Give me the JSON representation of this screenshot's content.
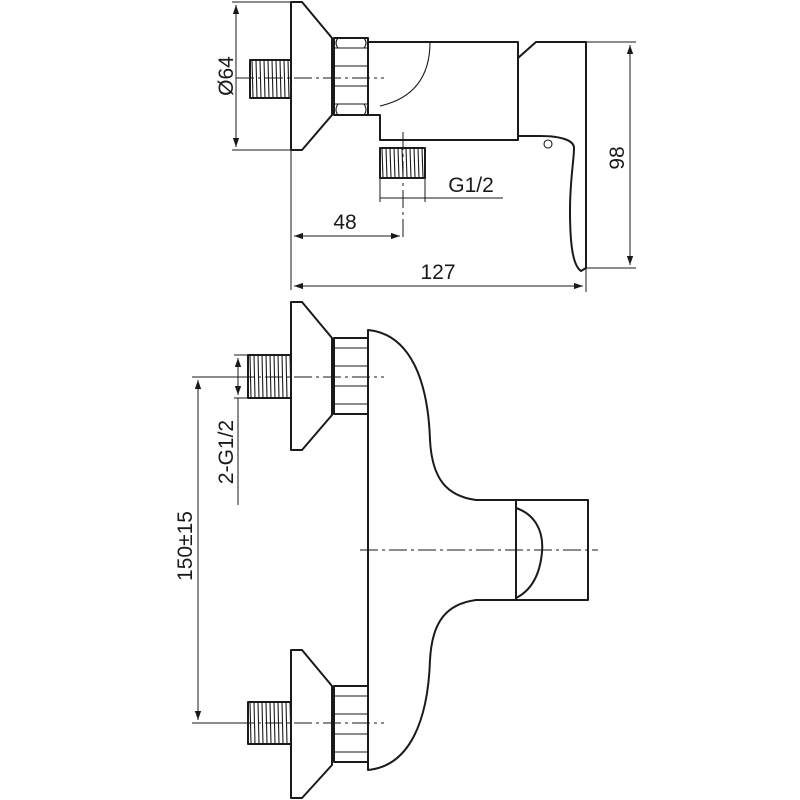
{
  "dimensions": {
    "flange_diameter": "Ø64",
    "outlet_thread": "G1/2",
    "outlet_offset": "48",
    "total_depth": "127",
    "total_height": "98",
    "inlet_threads": "2-G1/2",
    "inlet_spacing": "150±15"
  }
}
